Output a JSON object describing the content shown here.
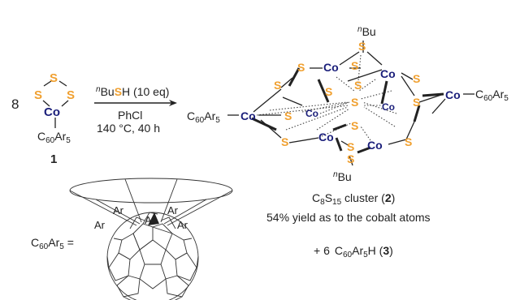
{
  "scheme": {
    "coefficient": "8",
    "reactant": {
      "s_top": "S",
      "s_left": "S",
      "s_right": "S",
      "co": "Co",
      "ligand": "C60Ar5",
      "label": "1"
    },
    "conditions": {
      "reagent_prefix": "n",
      "reagent_bu": "Bu",
      "reagent_s": "S",
      "reagent_suffix": "H (10 eq)",
      "solvent": "PhCl",
      "temperature_time": "140 °C, 40 h"
    },
    "cluster": {
      "left_ligand": "C60Ar5",
      "right_ligand": "C60Ar5",
      "top_substituent_prefix": "n",
      "top_substituent": "Bu",
      "bottom_substituent_prefix": "n",
      "bottom_substituent": "Bu",
      "s_label": "S",
      "co_label": "Co"
    },
    "product_name": {
      "prefix": "C",
      "sub1": "8",
      "mid": "S",
      "sub2": "15",
      "suffix": " cluster (",
      "number": "2",
      "close": ")"
    },
    "yield_text": "54% yield as to the cobalt atoms",
    "byproduct": {
      "prefix": "+ 6",
      "formula_c": "C",
      "sub1": "60",
      "formula_ar": "Ar",
      "sub2": "5",
      "formula_h": "H (",
      "number": "3",
      "close": ")"
    },
    "definition": {
      "c": "C",
      "sub1": "60",
      "ar": "Ar",
      "sub2": "5",
      "equals": " =",
      "ar_label": "Ar"
    }
  }
}
